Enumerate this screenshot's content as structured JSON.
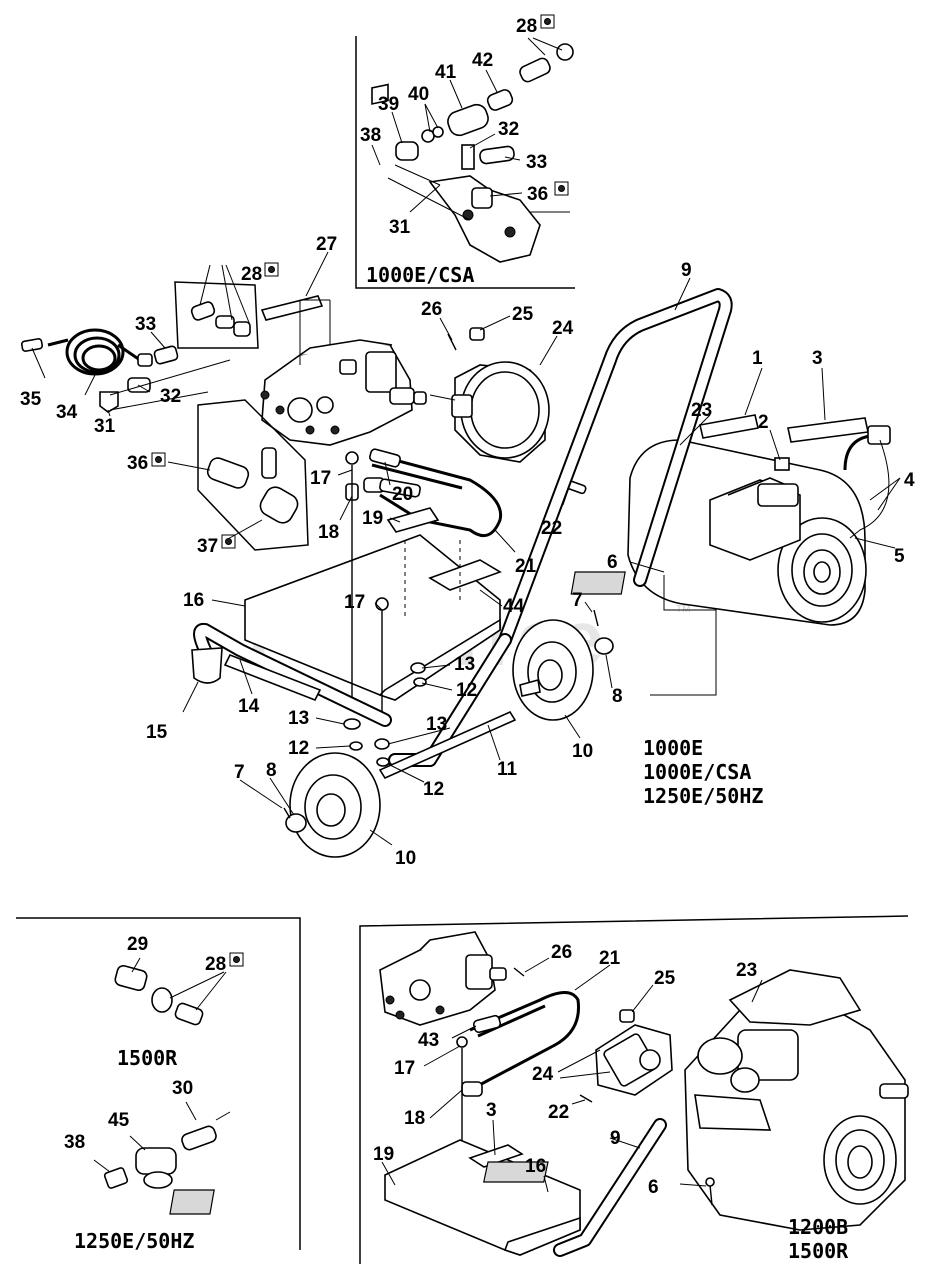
{
  "watermark": "PartsTree",
  "watermark_tm": "TM",
  "models": {
    "inset_top": "1000E/CSA",
    "main_1": "1000E",
    "main_2": "1000E/CSA",
    "main_3": "1250E/50HZ",
    "inset_1500r": "1500R",
    "inset_1250e": "1250E/50HZ",
    "engine_1": "1200B",
    "engine_2": "1500R"
  },
  "callouts": {
    "c28a": "28",
    "c42": "42",
    "c41": "41",
    "c40": "40",
    "c39": "39",
    "c38a": "38",
    "c32a": "32",
    "c33a": "33",
    "c36a": "36",
    "c31a": "31",
    "c27": "27",
    "c28b": "28",
    "c9a": "9",
    "c26a": "26",
    "c25a": "25",
    "c24a": "24",
    "c33b": "33",
    "c35": "35",
    "c34": "34",
    "c32b": "32",
    "c31b": "31",
    "c1": "1",
    "c3a": "3",
    "c23a": "23",
    "c2": "2",
    "c4": "4",
    "c5": "5",
    "c36b": "36",
    "c17a": "17",
    "c20": "20",
    "c22a": "22",
    "c18a": "18",
    "c19a": "19",
    "c21a": "21",
    "c37": "37",
    "c6a": "6",
    "c16a": "16",
    "c44": "44",
    "c7a": "7",
    "c17b": "17",
    "c13a": "13",
    "c12a": "12",
    "c8a": "8",
    "c15": "15",
    "c14": "14",
    "c13b": "13",
    "c13c": "13",
    "c12b": "12",
    "c10a": "10",
    "c11": "11",
    "c12c": "12",
    "c7b": "7",
    "c8b": "8",
    "c10b": "10",
    "c29": "29",
    "c28c": "28",
    "c30": "30",
    "c45": "45",
    "c38b": "38",
    "c26b": "26",
    "c21b": "21",
    "c23b": "23",
    "c25b": "25",
    "c43": "43",
    "c17c": "17",
    "c24b": "24",
    "c18b": "18",
    "c22b": "22",
    "c9b": "9",
    "c3b": "3",
    "c16b": "16",
    "c19b": "19",
    "c6b": "6"
  }
}
